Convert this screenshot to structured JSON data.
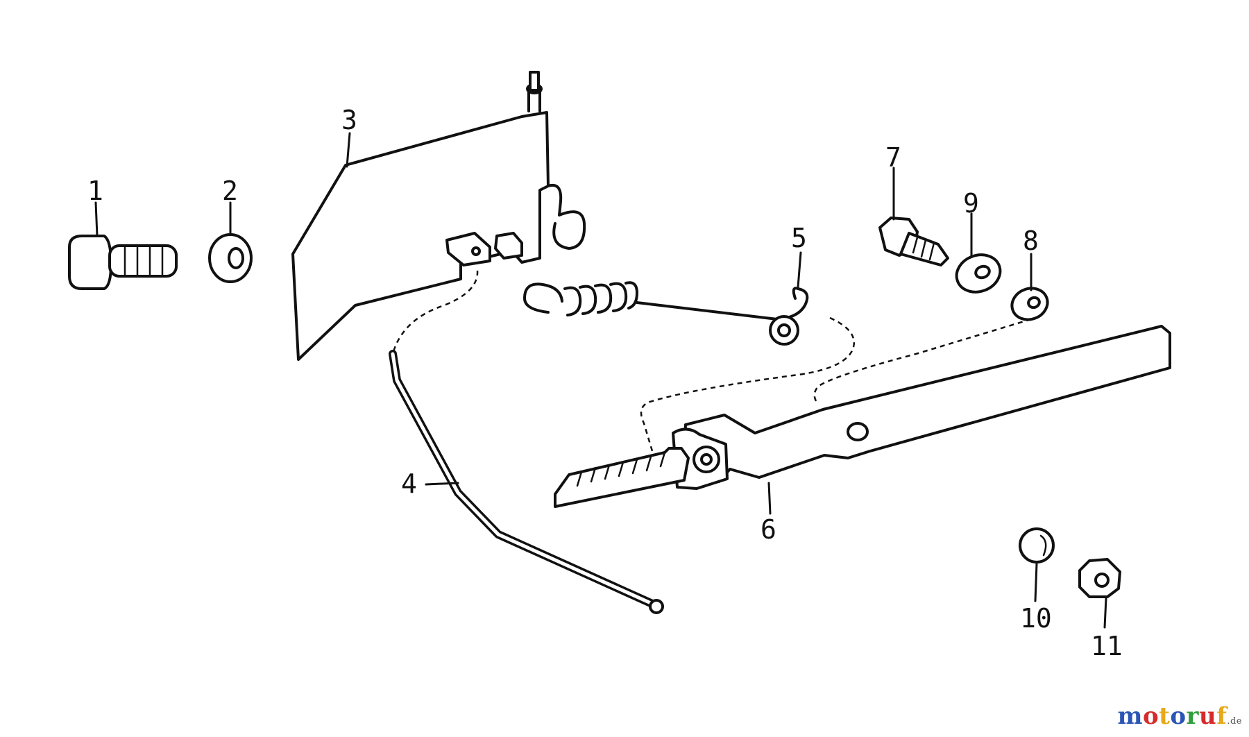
{
  "callouts": {
    "c1": "1",
    "c2": "2",
    "c3": "3",
    "c4": "4",
    "c5": "5",
    "c6": "6",
    "c7": "7",
    "c8": "8",
    "c9": "9",
    "c10": "10",
    "c11": "11"
  },
  "watermark": {
    "text": "motoruf",
    "suffix": ".de",
    "colors": [
      "#2b56b5",
      "#d62b2b",
      "#e6a919",
      "#2b56b5",
      "#2f9e3d",
      "#d62b2b",
      "#e6a919"
    ]
  }
}
